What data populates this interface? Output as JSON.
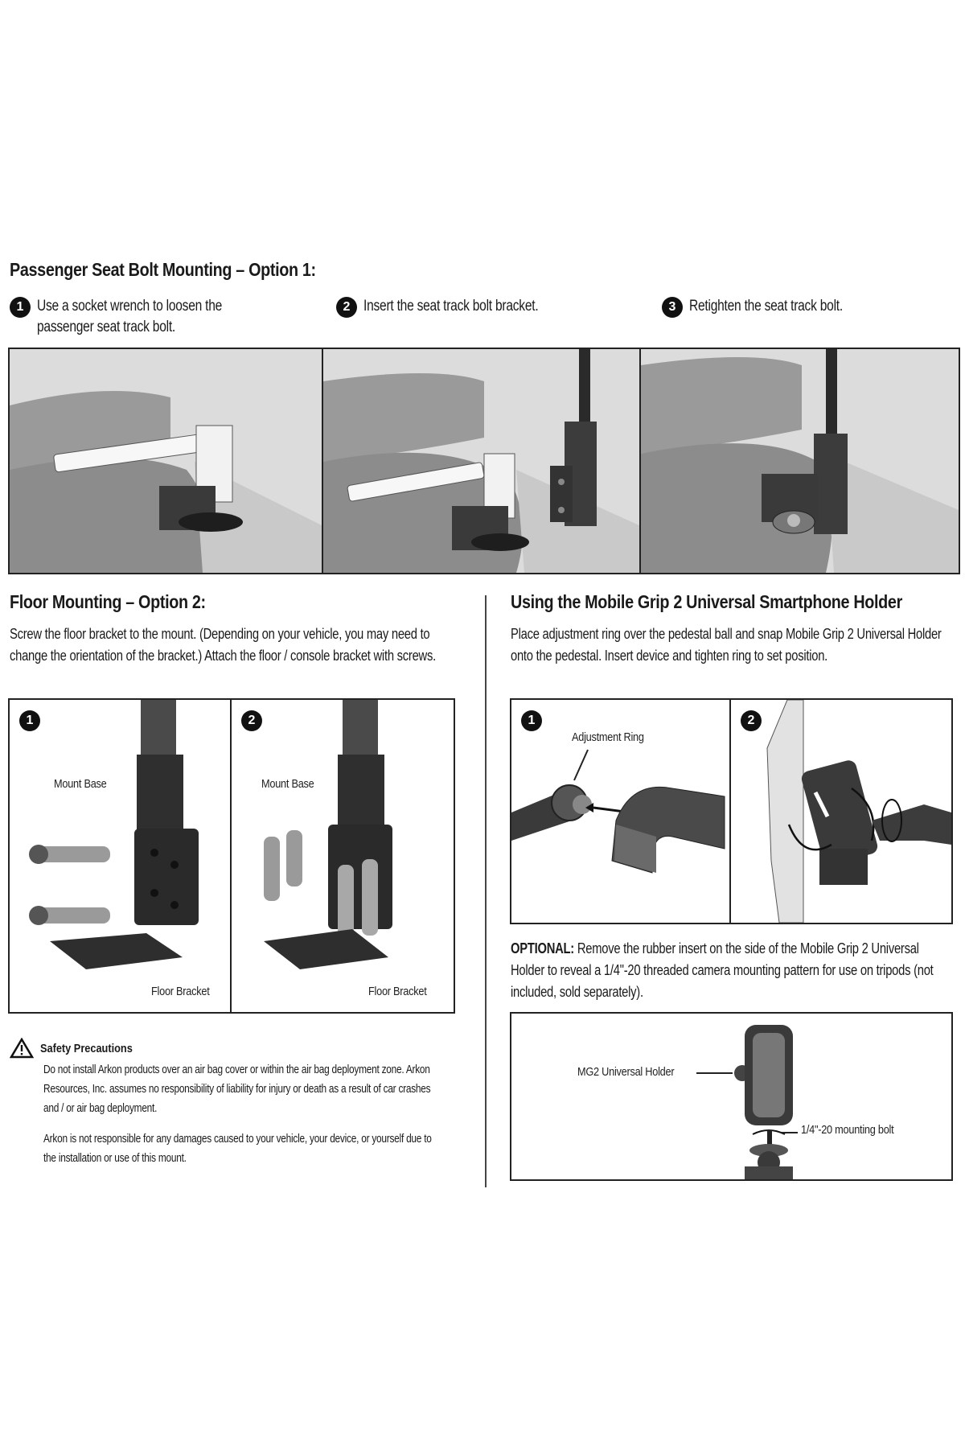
{
  "section1": {
    "title": "Passenger Seat Bolt Mounting – Option 1:",
    "steps": [
      {
        "num": "1",
        "text": "Use a socket wrench to loosen the passenger seat track bolt."
      },
      {
        "num": "2",
        "text": "Insert the seat track bolt bracket."
      },
      {
        "num": "3",
        "text": "Retighten the seat track bolt."
      }
    ]
  },
  "section2": {
    "title": "Floor Mounting – Option 2:",
    "text": "Screw the floor bracket to the mount. (Depending on your vehicle, you may need to change the orientation of the bracket.) Attach the floor / console bracket with screws.",
    "panels": [
      {
        "num": "1",
        "mount_label": "Mount Base",
        "bracket_label": "Floor Bracket"
      },
      {
        "num": "2",
        "mount_label": "Mount Base",
        "bracket_label": "Floor Bracket"
      }
    ]
  },
  "safety": {
    "title": "Safety Precautions",
    "p1": "Do not install Arkon products over an air bag cover or within the air bag deployment zone. Arkon Resources, Inc. assumes no responsibility of liability for injury or death as a result of car crashes and / or air bag deployment.",
    "p2": "Arkon is not responsible for any damages caused to your vehicle, your device, or yourself due to the installation or use of this mount."
  },
  "section3": {
    "title": "Using the Mobile Grip 2 Universal Smartphone Holder",
    "text": "Place adjustment ring over the pedestal ball and snap Mobile Grip 2 Universal Holder onto the pedestal. Insert device and tighten ring to set position.",
    "panels": [
      {
        "num": "1",
        "label": "Adjustment Ring"
      },
      {
        "num": "2"
      }
    ],
    "optional_label": "OPTIONAL:",
    "optional_text": "Remove the rubber insert on the side of the Mobile Grip 2 Universal Holder to reveal a 1/4\"-20 threaded camera mounting pattern for use on tripods (not included, sold separately).",
    "diagram": {
      "holder_label": "MG2 Universal Holder",
      "bolt_label": "1/4\"-20 mounting bolt"
    }
  },
  "icons": {
    "warning": "warning-triangle-icon"
  }
}
